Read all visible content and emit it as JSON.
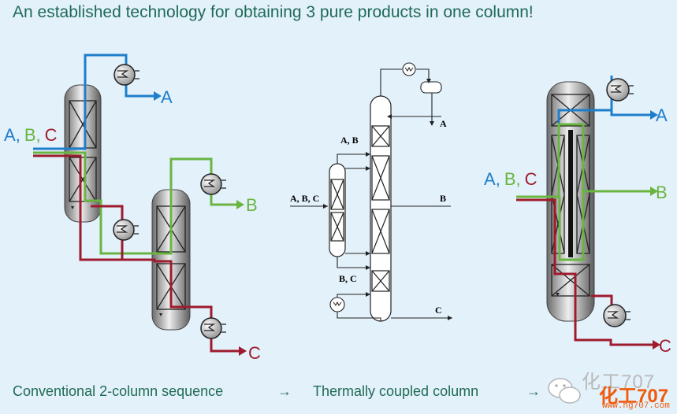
{
  "title": "An established technology for obtaining 3 pure products in one column!",
  "labels": {
    "feed_parts": [
      "A",
      ",",
      "B",
      ",",
      "C"
    ],
    "product_a": "A",
    "product_b": "B",
    "product_c": "C",
    "mid_ab": "A, B",
    "mid_abc": "A, B, C",
    "mid_bc": "B, C",
    "mid_a": "A",
    "mid_b": "B",
    "mid_c": "C"
  },
  "stream_colors": {
    "A": "#1f7ecb",
    "B": "#6ab542",
    "C": "#9e1b2d"
  },
  "sequence": {
    "step1": "Conventional 2-column sequence",
    "arrow": "→",
    "step2": "Thermally coupled column"
  },
  "watermark": {
    "ghost": "化工707",
    "brand": "化工707",
    "url": "www.hg707.com"
  }
}
